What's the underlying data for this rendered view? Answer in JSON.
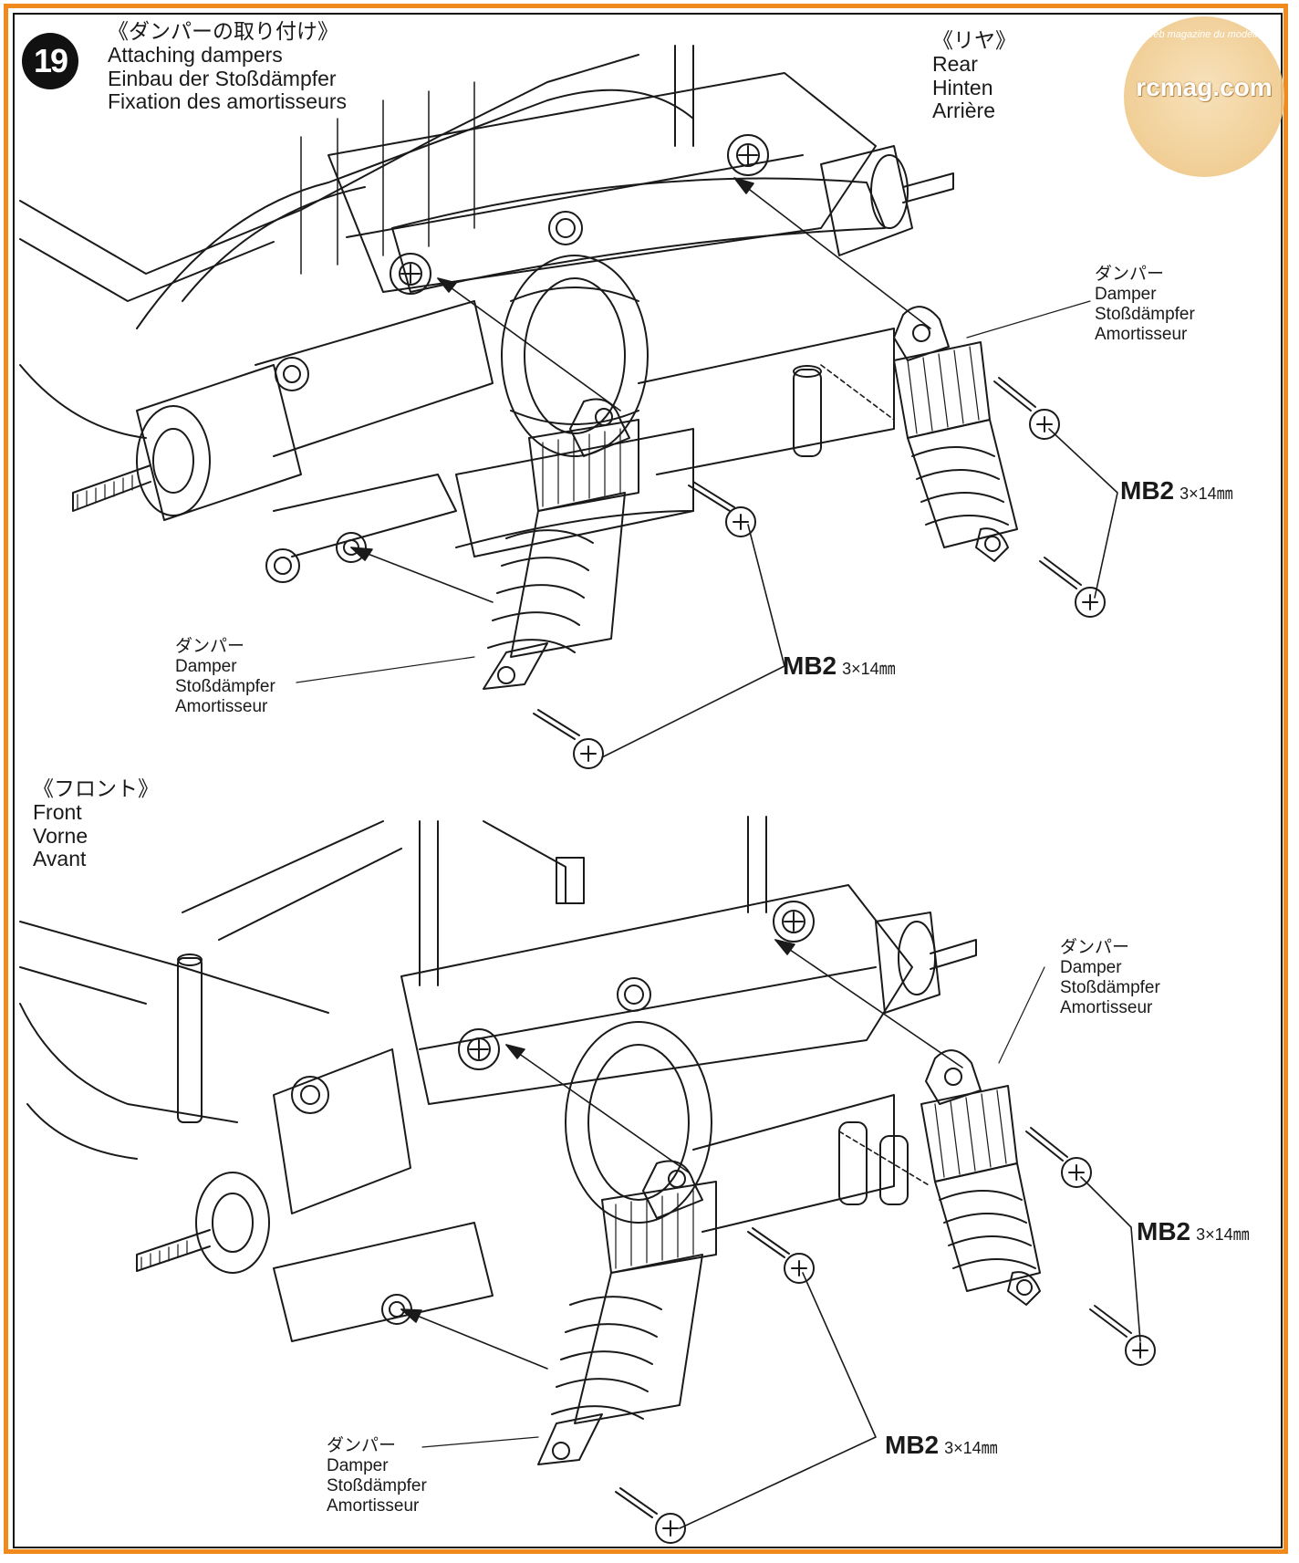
{
  "step": {
    "number": "19",
    "title_ja": "《ダンパーの取り付け》",
    "title_en": "Attaching dampers",
    "title_de": "Einbau der Stoßdämpfer",
    "title_fr": "Fixation des amortisseurs"
  },
  "watermark": {
    "name": "rcmag.com",
    "tagline": "Le web magazine du modelisme"
  },
  "rear": {
    "heading_ja": "《リヤ》",
    "heading_en": "Rear",
    "heading_de": "Hinten",
    "heading_fr": "Arrière"
  },
  "front": {
    "heading_ja": "《フロント》",
    "heading_en": "Front",
    "heading_de": "Vorne",
    "heading_fr": "Avant"
  },
  "damper_label": {
    "ja": "ダンパー",
    "en": "Damper",
    "de": "Stoßdämpfer",
    "fr": "Amortisseur"
  },
  "screw": {
    "code": "MB2",
    "size": "3×14㎜"
  },
  "colors": {
    "border": "#f08a1c",
    "ink": "#1a1a1a"
  }
}
